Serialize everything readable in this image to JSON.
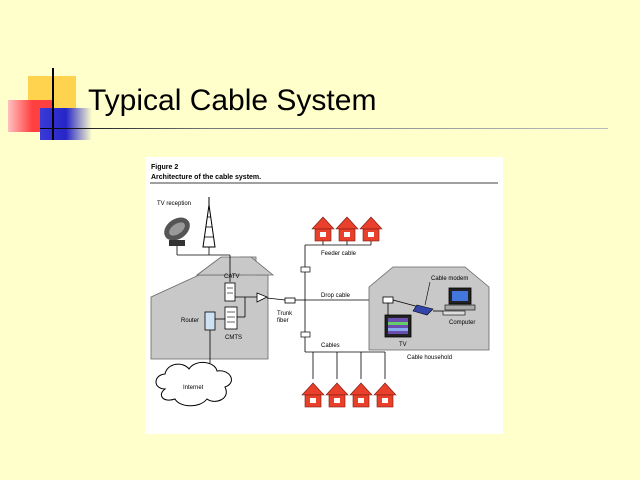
{
  "slide": {
    "title": "Typical Cable System"
  },
  "figure": {
    "caption_number": "Figure 2",
    "caption_title": "Architecture of the cable system.",
    "labels": {
      "tv_reception": "TV reception",
      "catv": "CATV",
      "router": "Router",
      "cmts": "CMTS",
      "trunk_fiber": "Trunk\nfiber",
      "internet": "Internet",
      "feeder_cable": "Feeder cable",
      "drop_cable": "Drop cable",
      "cables": "Cables",
      "cable_modem": "Cable modem",
      "computer": "Computer",
      "tv": "TV",
      "cable_household": "Cable household"
    }
  },
  "colors": {
    "background": "#ffffcc",
    "house_roof": "#e8402a",
    "building_fill": "#c8c8c8"
  }
}
